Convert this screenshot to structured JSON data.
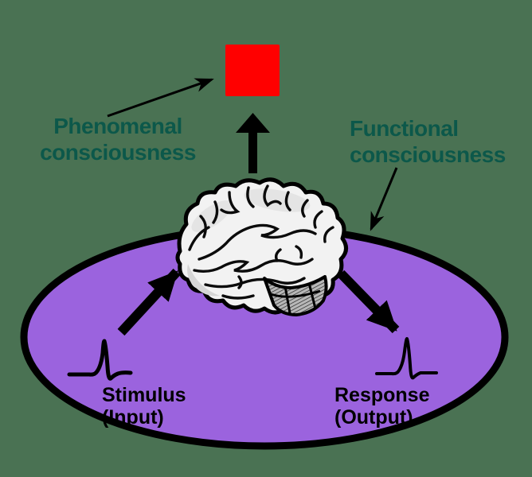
{
  "colors": {
    "background": "#4a7253",
    "label_teal": "#0c584a",
    "ellipse_purple": "#9b63de",
    "square_red": "#ff0000",
    "ink_black": "#000000",
    "brain_fill": "#f2f2f2",
    "cerebellum_gray": "#b8b8b8"
  },
  "labels": {
    "phenomenal": {
      "line1": "Phenomenal",
      "line2": "consciousness"
    },
    "functional": {
      "line1": "Functional",
      "line2": "consciousness"
    },
    "stimulus": {
      "line1": "Stimulus",
      "line2": "(Input)"
    },
    "response": {
      "line1": "Response",
      "line2": "(Output)"
    }
  },
  "icons": {
    "brain": "brain-illustration",
    "red_square": "red-square",
    "stimulus_waveform": "spike-waveform",
    "response_waveform": "spike-waveform"
  }
}
